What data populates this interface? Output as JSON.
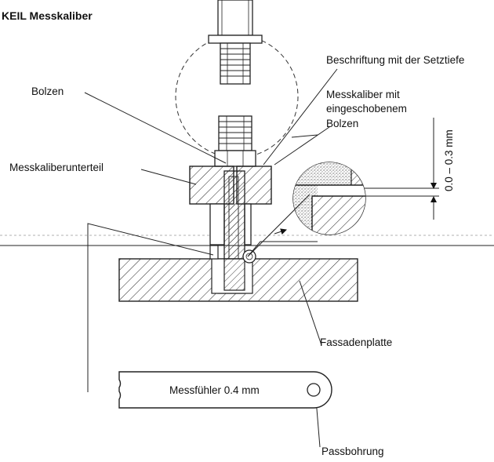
{
  "title": "KEIL Messkaliber",
  "labels": {
    "inscription": "Beschriftung mit der Setztiefe",
    "gauge_line1": "Messkaliber mit",
    "gauge_line2": "eingeschobenem",
    "gauge_line3": "Bolzen",
    "bolt": "Bolzen",
    "gauge_base": "Messkaliberunterteil",
    "facade_panel": "Fassadenplatte",
    "feeler": "Messfühler 0.4 mm",
    "fitting_bore": "Passbohrung",
    "tolerance": "0.0 – 0.3 mm"
  }
}
